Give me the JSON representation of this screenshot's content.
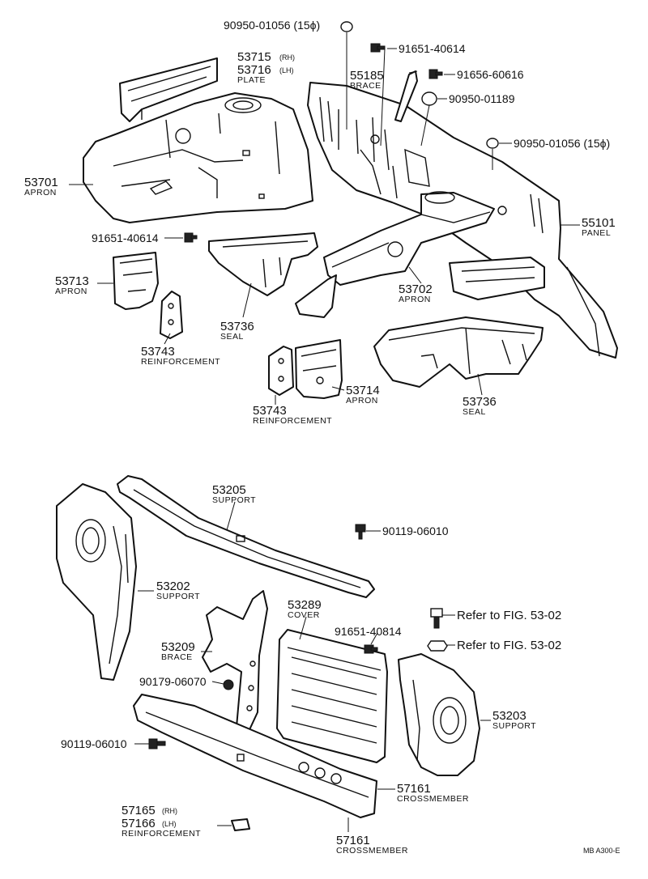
{
  "callouts": {
    "c53715": {
      "num": "53715",
      "suffix": "(RH)"
    },
    "c53716": {
      "num": "53716",
      "suffix": "(LH)",
      "name": "PLATE"
    },
    "c90950a": {
      "num": "90950-01056 (15ϕ)"
    },
    "c91651a": {
      "num": "91651-40614"
    },
    "c55185": {
      "num": "55185",
      "name": "BRACE"
    },
    "c91656": {
      "num": "91656-60616"
    },
    "c90950b": {
      "num": "90950-01189"
    },
    "c90950c": {
      "num": "90950-01056 (15ϕ)"
    },
    "c53701": {
      "num": "53701",
      "name": "APRON"
    },
    "c55101": {
      "num": "55101",
      "name": "PANEL"
    },
    "c91651b": {
      "num": "91651-40614"
    },
    "c53713": {
      "num": "53713",
      "name": "APRON"
    },
    "c53702": {
      "num": "53702",
      "name": "APRON"
    },
    "c53736a": {
      "num": "53736",
      "name": "SEAL"
    },
    "c53743a": {
      "num": "53743",
      "name": "REINFORCEMENT"
    },
    "c53714": {
      "num": "53714",
      "name": "APRON"
    },
    "c53743b": {
      "num": "53743",
      "name": "REINFORCEMENT"
    },
    "c53736b": {
      "num": "53736",
      "name": "SEAL"
    },
    "c53205": {
      "num": "53205",
      "name": "SUPPORT"
    },
    "c90119a": {
      "num": "90119-06010"
    },
    "c53202": {
      "num": "53202",
      "name": "SUPPORT"
    },
    "c53289": {
      "num": "53289",
      "name": "COVER"
    },
    "cref1": {
      "num": "Refer to FIG. 53-02"
    },
    "c91651c": {
      "num": "91651-40814"
    },
    "cref2": {
      "num": "Refer to FIG. 53-02"
    },
    "c53209": {
      "num": "53209",
      "name": "BRACE"
    },
    "c90179": {
      "num": "90179-06070"
    },
    "c53203": {
      "num": "53203",
      "name": "SUPPORT"
    },
    "c90119b": {
      "num": "90119-06010"
    },
    "c57161a": {
      "num": "57161",
      "name": "CROSSMEMBER"
    },
    "c57165": {
      "num": "57165",
      "suffix": "(RH)"
    },
    "c57166": {
      "num": "57166",
      "suffix": "(LH)",
      "name": "REINFORCEMENT"
    },
    "c57161b": {
      "num": "57161",
      "name": "CROSSMEMBER"
    }
  },
  "figure_code": "MB  A300-E"
}
